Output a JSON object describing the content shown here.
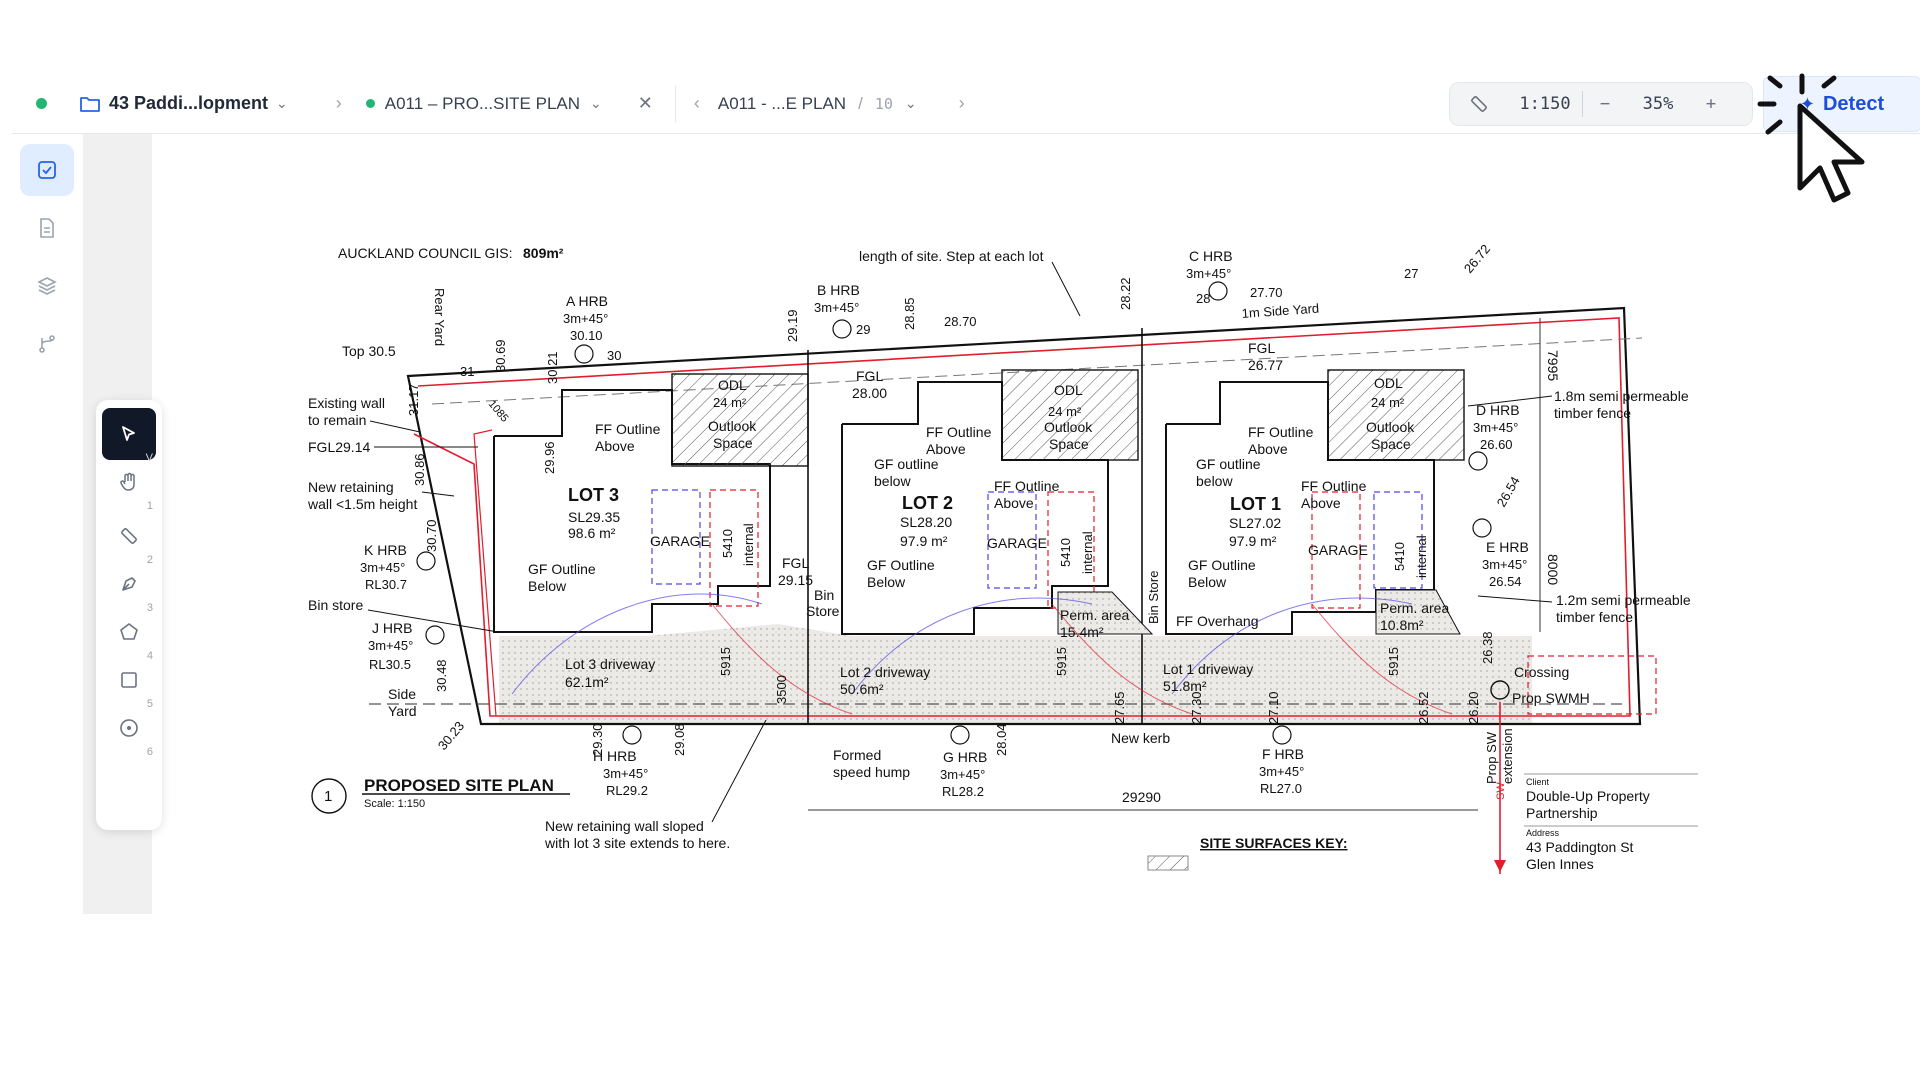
{
  "topbar": {
    "project_name": "43 Paddi...lopment",
    "tab_label": "A011 – PRO...SITE PLAN",
    "page_label": "A011 - ...E PLAN",
    "page_slash": "/",
    "page_total": "10",
    "scale": "1:150",
    "zoom": "35%",
    "zoom_minus": "−",
    "zoom_plus": "+",
    "detect_label": "Detect"
  },
  "icons": [
    "folder-icon",
    "ruler-icon",
    "cursor-icon",
    "hand-icon",
    "pen-icon",
    "polygon-icon",
    "rectangle-icon",
    "circle-point-icon",
    "checklist-icon",
    "document-icon",
    "layers-icon",
    "branch-icon"
  ],
  "colors": {
    "accent": "#1d4ed8",
    "status": "#22b573",
    "active_tool": "#111827",
    "boundary_red": "#e11d2e",
    "tracking_blue": "#4f46e5"
  },
  "tools": {
    "select_num": "V",
    "hand_num": "1",
    "measure_num": "2",
    "draw_num": "3",
    "polygon_num": "4",
    "rect_num": "5",
    "point_num": "6"
  },
  "plan": {
    "gis": "AUCKLAND COUNCIL GIS:",
    "gis_value": "809m²",
    "site_length_note": "length of site. Step at each lot",
    "rear_yard": "Rear Yard",
    "top": "Top 30.5",
    "existing_wall": "Existing wall",
    "existing_wall2": "to remain",
    "fgl_2914": "FGL29.14",
    "new_retaining": "New retaining",
    "new_retaining2": "wall <1.5m height",
    "bin_store": "Bin store",
    "side_yard": "Side",
    "side_yard2": "Yard",
    "side_yard_1m": "1m Side Yard",
    "hrb_a": "A HRB",
    "hrb_a_sub": "3m+45°",
    "hrb_a_val": "30.10",
    "hrb_b": "B HRB",
    "hrb_b_sub": "3m+45°",
    "hrb_c": "C HRB",
    "hrb_c_sub": "3m+45°",
    "hrb_d": "D HRB",
    "hrb_d_sub": "3m+45°",
    "hrb_d_val": "26.60",
    "hrb_e": "E HRB",
    "hrb_e_sub": "3m+45°",
    "hrb_e_val": "26.54",
    "hrb_f": "F HRB",
    "hrb_f_sub": "3m+45°",
    "hrb_f_val": "RL27.0",
    "hrb_g": "G HRB",
    "hrb_g_sub": "3m+45°",
    "hrb_g_val": "RL28.2",
    "hrb_h": "H HRB",
    "hrb_h_sub": "3m+45°",
    "hrb_h_val": "RL29.2",
    "hrb_j": "J HRB",
    "hrb_j_sub": "3m+45°",
    "hrb_j_val": "RL30.5",
    "hrb_k": "K HRB",
    "hrb_k_sub": "3m+45°",
    "hrb_k_val": "RL30.7",
    "odl": "ODL",
    "odl_area": "24 m²",
    "outlook": "Outlook",
    "space": "Space",
    "ff_outline": "FF Outline",
    "above": "Above",
    "above_cap": "Above",
    "gf_outline": "GF Outline",
    "gf_outline_lc": "GF outline",
    "below": "Below",
    "below_lc": "below",
    "lot3": "LOT 3",
    "lot3_sl": "SL29.35",
    "lot3_area": "98.6 m²",
    "lot2": "LOT 2",
    "lot2_sl": "SL28.20",
    "lot2_area": "97.9 m²",
    "lot1": "LOT 1",
    "lot1_sl": "SL27.02",
    "lot1_area": "97.9 m²",
    "garage": "GARAGE",
    "internal": "internal",
    "d5410": "5410",
    "d5915": "5915",
    "d3500": "3500",
    "fgl": "FGL",
    "fgl_2800": "28.00",
    "fgl_2677": "26.77",
    "fgl_2915": "29.15",
    "bin": "Bin",
    "store": "Store",
    "bin_store2": "Bin Store",
    "perm_area": "Perm. area",
    "perm_area_val2": "15.4m²",
    "perm_area_val1": "10.8m²",
    "ff_overhang": "FF Overhang",
    "lot3_driveway": "Lot 3 driveway",
    "lot3_driveway_area": "62.1m²",
    "lot2_driveway": "Lot 2 driveway",
    "lot2_driveway_area": "50.6m²",
    "lot1_driveway": "Lot 1 driveway",
    "lot1_driveway_area": "51.8m²",
    "crossing": "Crossing",
    "prop_swmh": "Prop SWMH",
    "prop_sw_ext": "Prop SW",
    "prop_sw_ext2": "extension",
    "sw": "SW",
    "new_kerb": "New kerb",
    "formed": "Formed",
    "speed_hump": "speed hump",
    "fence_18": "1.8m semi permeable",
    "fence_18b": "timber fence",
    "fence_12": "1.2m semi permeable",
    "fence_12b": "timber fence",
    "dim_29290": "29290",
    "dim_7995": "7995",
    "dim_8000": "8000",
    "retain_note": "New retaining wall sloped",
    "retain_note2": "with lot 3 site extends to here.",
    "title_num": "1",
    "title": "PROPOSED SITE PLAN",
    "scale_note": "Scale: 1:150",
    "surfaces_key": "SITE SURFACES KEY:",
    "client_lbl": "Client",
    "client": "Double-Up Property",
    "client2": "Partnership",
    "address_lbl": "Address",
    "address": "43 Paddington St",
    "address2": "Glen Innes",
    "lv_3017": "31.17",
    "lv_3069": "30.69",
    "lv_3021": "30.21",
    "lv_2996": "29.96",
    "lv_3086": "30.86",
    "lv_3070": "30.70",
    "lv_3048": "30.48",
    "lv_3023": "30.23",
    "lv_2930": "29.30",
    "lv_2908": "29.08",
    "lv_2919": "29.19",
    "lv_2885": "28.85",
    "lv_2870": "28.70",
    "lv_2822": "28.22",
    "lv_2770": "27.70",
    "lv_2672": "26.72",
    "lv_2654": "26.54",
    "lv_2638": "26.38",
    "lv_2620": "26.20",
    "lv_2652": "26.52",
    "lv_2710": "27.10",
    "lv_2730": "27.30",
    "lv_2765": "27.65",
    "lv_2804": "28.04",
    "lv_31": "31",
    "lv_30": "30",
    "lv_29": "29",
    "lv_28": "28",
    "lv_27": "27",
    "lv_1085": "1085"
  }
}
